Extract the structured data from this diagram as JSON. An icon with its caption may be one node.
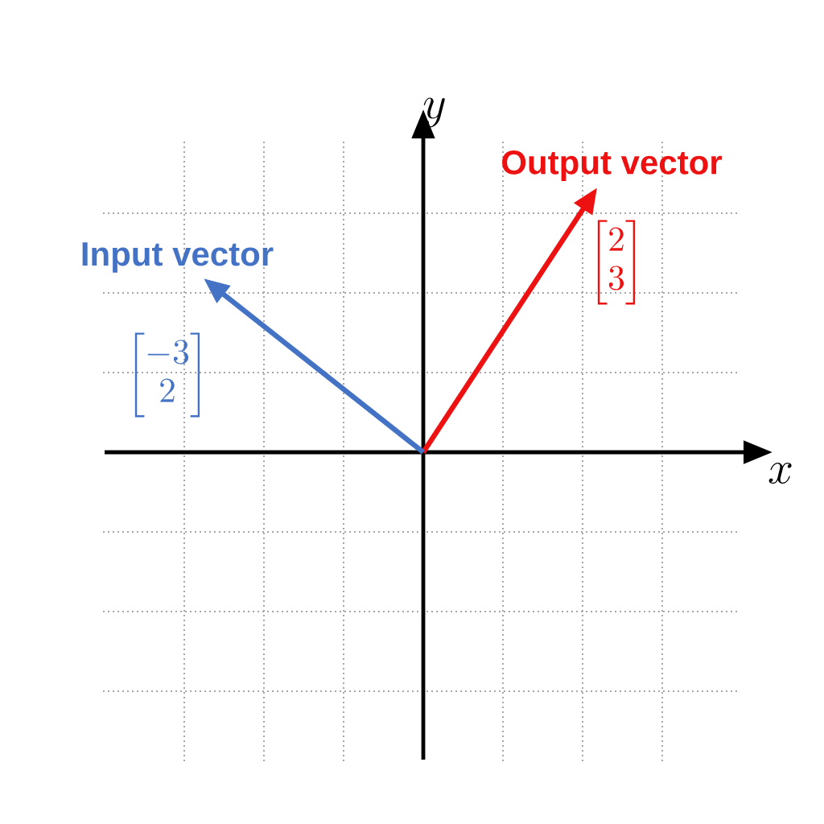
{
  "diagram": {
    "nodes": [
      {
        "text": [
          "Output vector"
        ]
      },
      {
        "text": [
          "Input vector"
        ]
      }
    ],
    "edges": [
      {
        "from": null,
        "to": 0,
        "arrow": "to",
        "color": "#ee1111"
      },
      {
        "from": null,
        "to": 1,
        "arrow": "to",
        "color": "#4472c4"
      }
    ],
    "labels": [
      "y",
      "\\begin{bmatrix}2\\\\3\\end{bmatrix}",
      "\\begin{bmatrix}-3\\\\2\\end{bmatrix}",
      "x"
    ]
  }
}
